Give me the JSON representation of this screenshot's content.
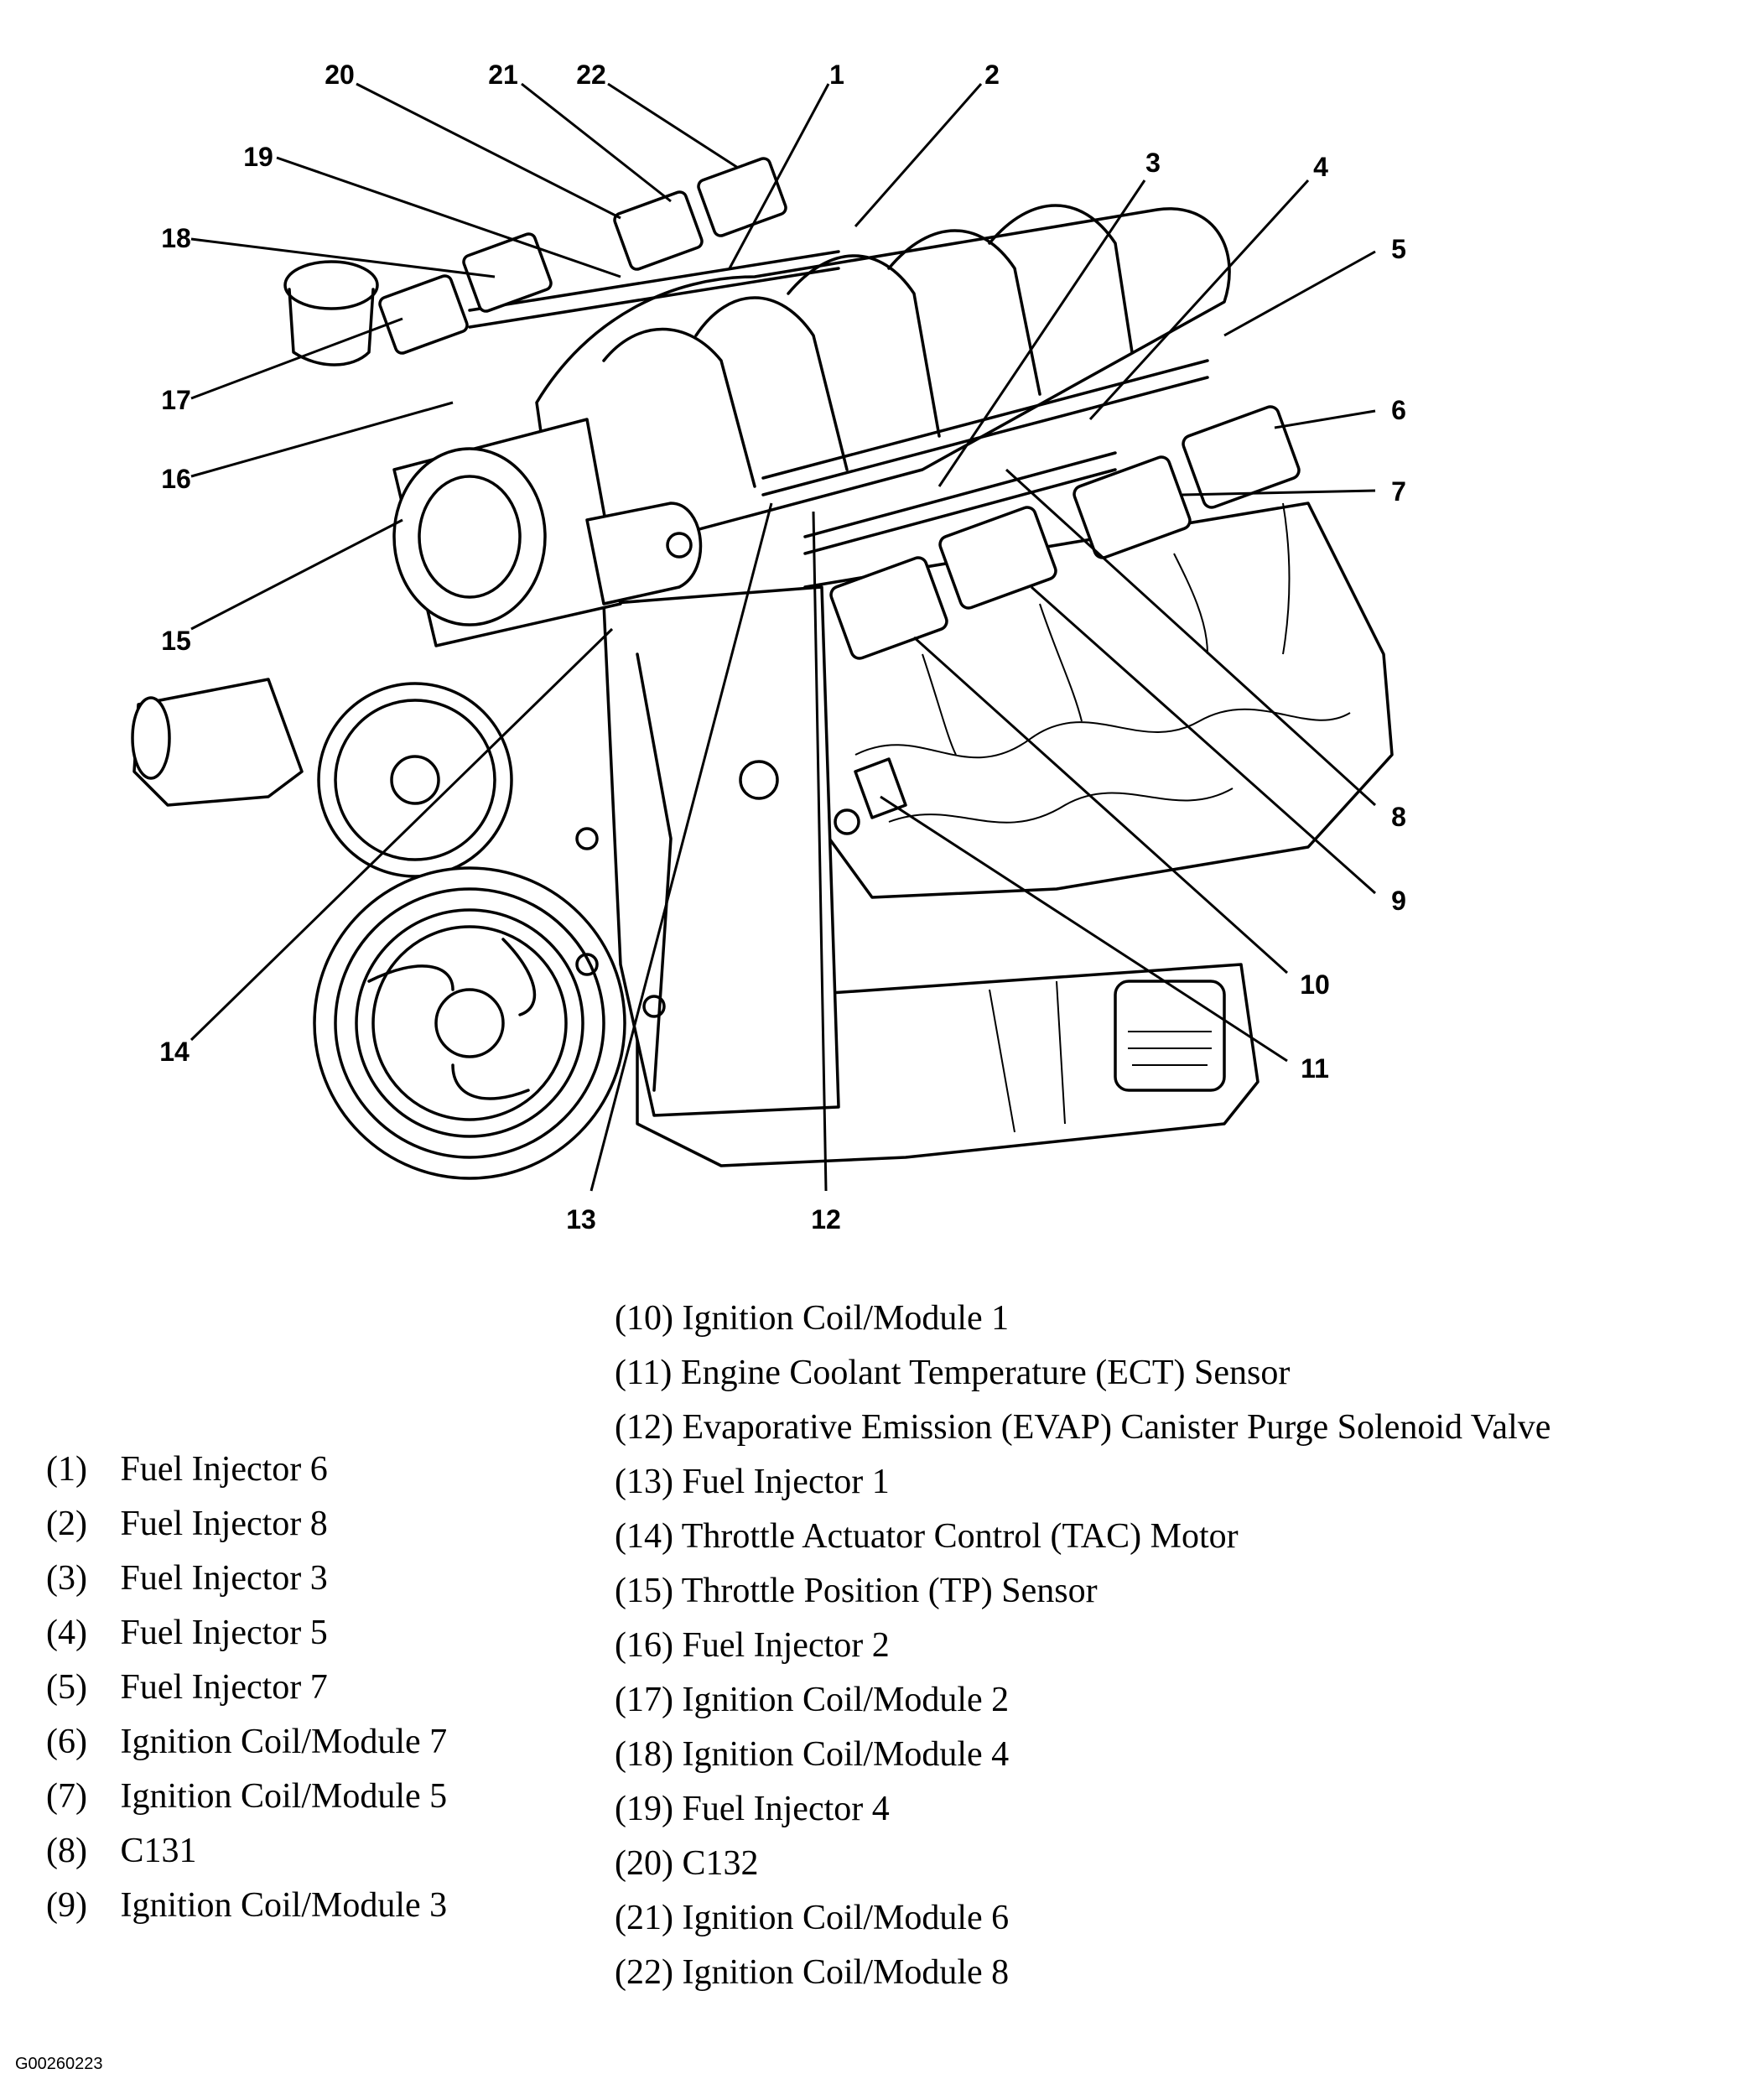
{
  "figure_id": "G00260223",
  "callout_numbers": [
    "1",
    "2",
    "3",
    "4",
    "5",
    "6",
    "7",
    "8",
    "9",
    "10",
    "11",
    "12",
    "13",
    "14",
    "15",
    "16",
    "17",
    "18",
    "19",
    "20",
    "21",
    "22"
  ],
  "legend_left": [
    {
      "num": "(1)",
      "label": "Fuel Injector 6"
    },
    {
      "num": "(2)",
      "label": "Fuel Injector 8"
    },
    {
      "num": "(3)",
      "label": "Fuel Injector 3"
    },
    {
      "num": "(4)",
      "label": "Fuel Injector 5"
    },
    {
      "num": "(5)",
      "label": "Fuel Injector 7"
    },
    {
      "num": "(6)",
      "label": "Ignition Coil/Module 7"
    },
    {
      "num": "(7)",
      "label": "Ignition Coil/Module 5"
    },
    {
      "num": "(8)",
      "label": "C131"
    },
    {
      "num": "(9)",
      "label": "Ignition Coil/Module 3"
    }
  ],
  "legend_right": [
    {
      "num": "(10)",
      "label": "Ignition Coil/Module 1"
    },
    {
      "num": "(11)",
      "label": "Engine Coolant Temperature (ECT) Sensor"
    },
    {
      "num": "(12)",
      "label": "Evaporative Emission (EVAP) Canister Purge Solenoid Valve"
    },
    {
      "num": "(13)",
      "label": "Fuel Injector 1"
    },
    {
      "num": "(14)",
      "label": "Throttle Actuator Control (TAC) Motor"
    },
    {
      "num": "(15)",
      "label": "Throttle Position (TP) Sensor"
    },
    {
      "num": "(16)",
      "label": "Fuel Injector 2"
    },
    {
      "num": "(17)",
      "label": "Ignition Coil/Module 2"
    },
    {
      "num": "(18)",
      "label": "Ignition Coil/Module 4"
    },
    {
      "num": "(19)",
      "label": "Fuel Injector 4"
    },
    {
      "num": "(20)",
      "label": "C132"
    },
    {
      "num": "(21)",
      "label": "Ignition Coil/Module 6"
    },
    {
      "num": "(22)",
      "label": "Ignition Coil/Module 8"
    }
  ]
}
